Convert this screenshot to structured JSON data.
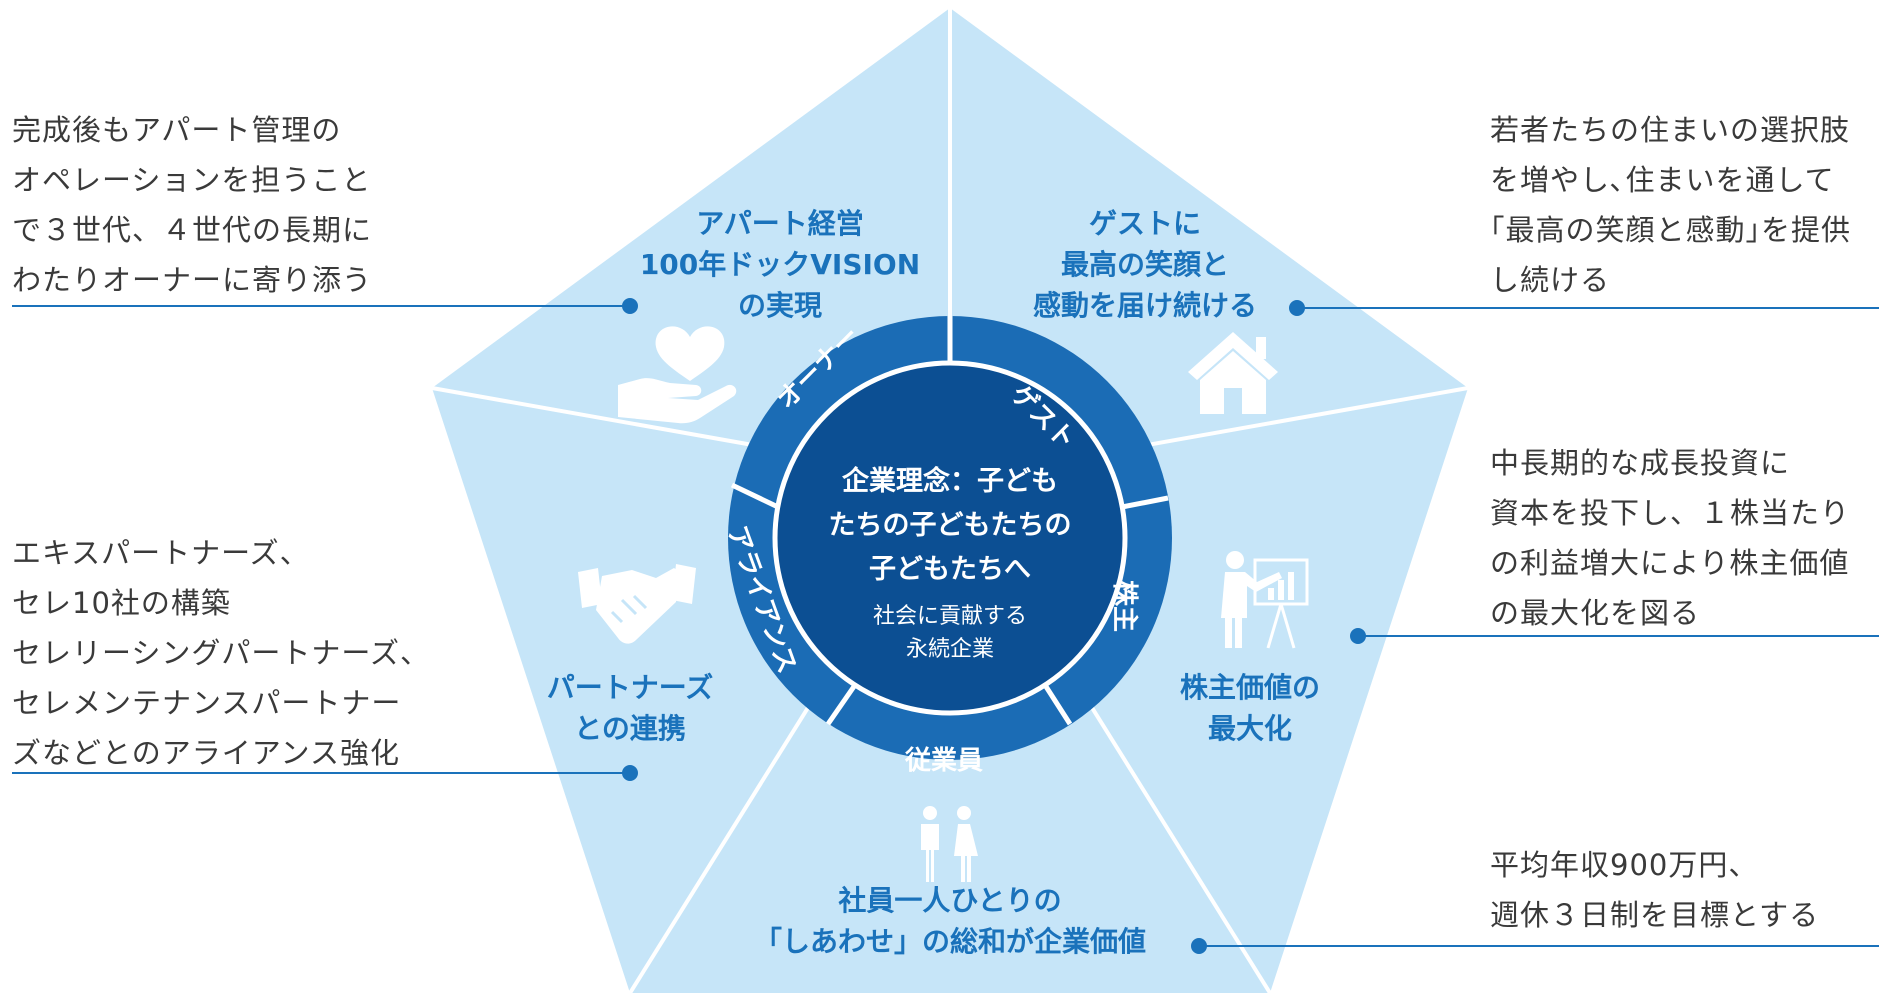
{
  "center": {
    "title": "企業理念：子ども\nたちの子どもたちの\n子どもたちへ",
    "subtitle": "社会に貢献する\n永続企業"
  },
  "ring": {
    "owner": "オーナー",
    "guest": "ゲスト",
    "shareholder": "株主",
    "employee": "従業員",
    "alliance": "アライアンス"
  },
  "pillars": {
    "owner": "アパート経営\n100年ドックVISION\nの実現",
    "guest": "ゲストに\n最高の笑顔と\n感動を届け続ける",
    "shareholder": "株主価値の\n最大化",
    "employee": "社員一人ひとりの\n「しあわせ」の総和が企業価値",
    "alliance": "パートナーズ\nとの連携"
  },
  "notes": {
    "owner": "完成後もアパート管理の\nオペレーションを担うこと\nで３世代、４世代の長期に\nわたりオーナーに寄り添う",
    "guest": "若者たちの住まいの選択肢\nを増やし､住まいを通して\n｢最高の笑顔と感動｣を提供\nし続ける",
    "shareholder": "中長期的な成長投資に\n資本を投下し、１株当たり\nの利益増大により株主価値\nの最大化を図る",
    "alliance": "エキスパートナーズ、\nセレ10社の構築\nセレリーシングパートナーズ、\nセレメンテナンスパートナー\nズなどとのアライアンス強化",
    "employee": "平均年収900万円、\n週休３日制を目標とする"
  },
  "icons": [
    "heart-hand-icon",
    "house-icon",
    "presenter-chart-icon",
    "handshake-icon",
    "couple-icon"
  ],
  "colors": {
    "pentagon": "#c6e5f8",
    "ring": "#1b6cb5",
    "center": "#0c4f93",
    "accent": "#1a72bb",
    "icon": "#ffffff"
  }
}
